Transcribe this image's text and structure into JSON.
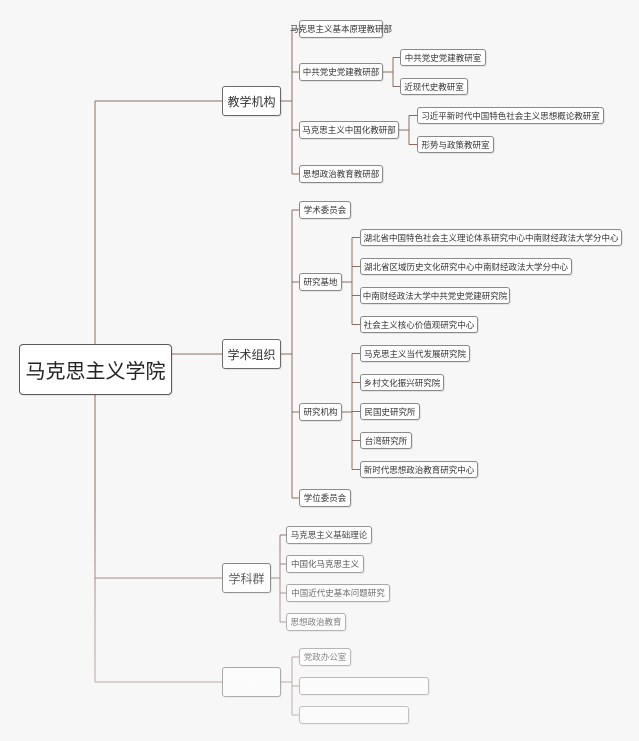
{
  "mindmap": {
    "root": "马克思主义学院",
    "colors": {
      "line": "#8b6c61",
      "node_border": "#8a8a8a",
      "background": "#f7f7f7"
    },
    "branches": [
      {
        "label": "教学机构",
        "children": [
          {
            "label": "马克思主义基本原理教研部",
            "children": []
          },
          {
            "label": "中共党史党建教研部",
            "children": [
              {
                "label": "中共党史党建教研室"
              },
              {
                "label": "近现代史教研室"
              }
            ]
          },
          {
            "label": "马克思主义中国化教研部",
            "children": [
              {
                "label": "习近平新时代中国特色社会主义思想概论教研室"
              },
              {
                "label": "形势与政策教研室"
              }
            ]
          },
          {
            "label": "思想政治教育教研部",
            "children": []
          }
        ]
      },
      {
        "label": "学术组织",
        "children": [
          {
            "label": "学术委员会",
            "children": []
          },
          {
            "label": "研究基地",
            "children": [
              {
                "label": "湖北省中国特色社会主义理论体系研究中心中南财经政法大学分中心"
              },
              {
                "label": "湖北省区域历史文化研究中心中南财经政法大学分中心"
              },
              {
                "label": "中南财经政法大学中共党史党建研究院"
              },
              {
                "label": "社会主义核心价值观研究中心"
              }
            ]
          },
          {
            "label": "研究机构",
            "children": [
              {
                "label": "马克思主义当代发展研究院"
              },
              {
                "label": "乡村文化振兴研究院"
              },
              {
                "label": "民国史研究所"
              },
              {
                "label": "台湾研究所"
              },
              {
                "label": "新时代思想政治教育研究中心"
              }
            ]
          },
          {
            "label": "学位委员会",
            "children": []
          }
        ]
      },
      {
        "label": "学科群",
        "children": [
          {
            "label": "马克思主义基础理论",
            "children": []
          },
          {
            "label": "中国化马克思主义",
            "children": []
          },
          {
            "label": "中国近代史基本问题研究",
            "children": []
          },
          {
            "label": "思想政治教育",
            "children": []
          }
        ]
      },
      {
        "label": "",
        "children": [
          {
            "label": "党政办公室",
            "children": []
          },
          {
            "label": "",
            "children": []
          },
          {
            "label": "",
            "children": []
          }
        ]
      }
    ]
  }
}
